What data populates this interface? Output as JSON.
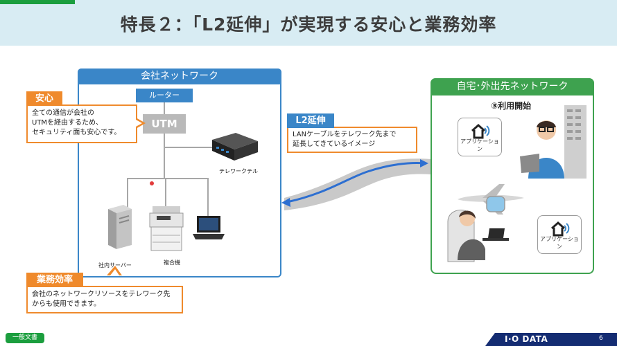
{
  "header": {
    "title": "特長２：「L2延伸」が実現する安心と業務効率"
  },
  "company": {
    "title": "会社ネットワーク",
    "router_label": "ルーター",
    "utm_label": "UTM",
    "telework_label": "テレワークテル",
    "server_label": "社内サーバー",
    "mfp_label": "複合機"
  },
  "anshin": {
    "tag": "安心",
    "text": "全ての通信が会社の\nUTMを経由するため、\nセキュリティ面も安心です。"
  },
  "gyomu": {
    "tag": "業務効率",
    "text": "会社のネットワークリソースをテレワーク先\nからも使用できます。"
  },
  "l2": {
    "tag": "L2延伸",
    "text": "LANケーブルをテレワーク先まで\n延長してきているイメージ"
  },
  "home": {
    "title": "自宅･外出先ネットワーク",
    "start_label": "③利用開始",
    "app_label_1": "アプリケーション",
    "app_label_2": "アプリケーション"
  },
  "footer": {
    "badge": "一般文書",
    "logo": "I·O DATA",
    "page": "6"
  },
  "colors": {
    "blue": "#3a86c8",
    "orange": "#ef8a2c",
    "green": "#3ea24f",
    "navy": "#142c72"
  }
}
